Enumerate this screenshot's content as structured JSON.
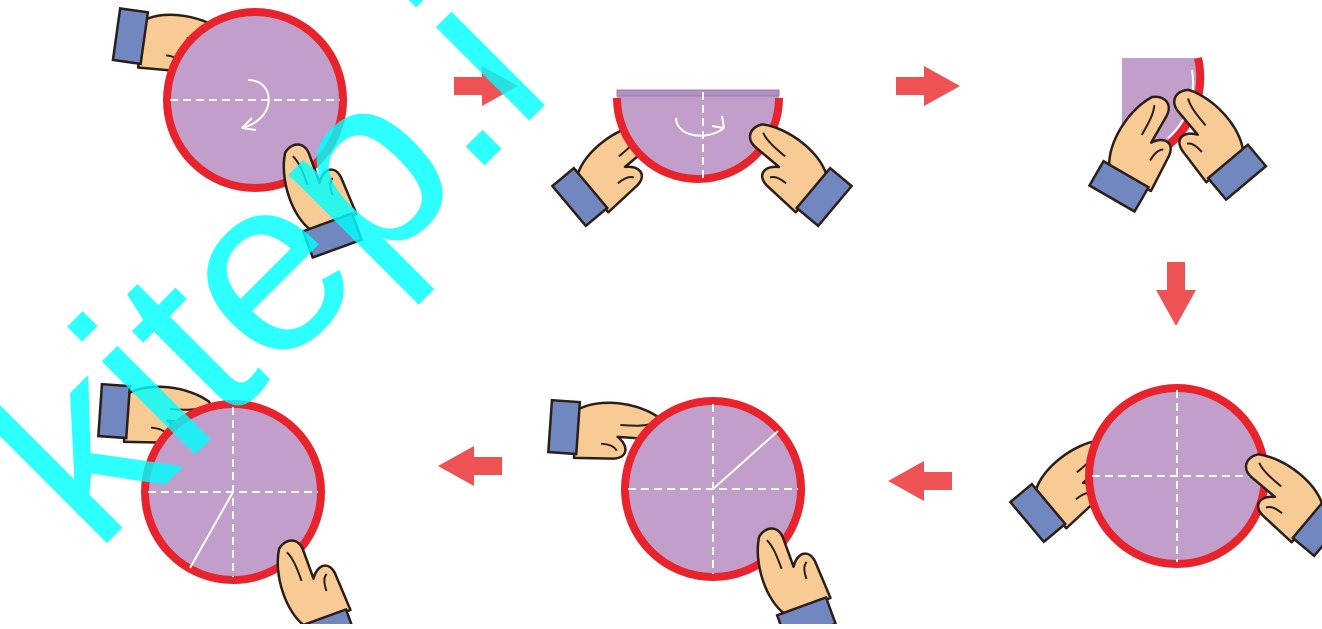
{
  "diagram": {
    "steps": [
      {
        "id": "step-1",
        "shape": "circle",
        "creases": [
          "horizontal"
        ],
        "motion": "fold-top-down"
      },
      {
        "id": "step-2",
        "shape": "semicircle",
        "creases": [
          "vertical"
        ],
        "motion": "fold-in-half-again"
      },
      {
        "id": "step-3",
        "shape": "quarter-circle",
        "creases": [],
        "motion": "press-flat"
      },
      {
        "id": "step-4",
        "shape": "circle",
        "creases": [
          "horizontal",
          "vertical"
        ],
        "motion": "unfold"
      },
      {
        "id": "step-5",
        "shape": "circle",
        "creases": [
          "horizontal",
          "vertical",
          "diagonal"
        ],
        "motion": "add-diagonal-crease"
      },
      {
        "id": "step-6",
        "shape": "circle",
        "creases": [
          "horizontal",
          "vertical",
          "diagonal"
        ],
        "motion": "rotate"
      }
    ],
    "arrows": [
      {
        "id": "arrow-1-2",
        "direction": "right"
      },
      {
        "id": "arrow-2-3",
        "direction": "right"
      },
      {
        "id": "arrow-3-4",
        "direction": "down"
      },
      {
        "id": "arrow-4-5",
        "direction": "left"
      },
      {
        "id": "arrow-5-6",
        "direction": "left"
      }
    ]
  },
  "colors": {
    "paper": "#c29fca",
    "rim": "#e8232b",
    "arrow": "#ef5254",
    "skin": "#f9cb94",
    "skin_outline": "#2b1d18",
    "sleeve": "#7187c0",
    "crease": "#ffffff",
    "watermark": "#00ffff"
  },
  "watermark": {
    "text": "kitep.i"
  }
}
